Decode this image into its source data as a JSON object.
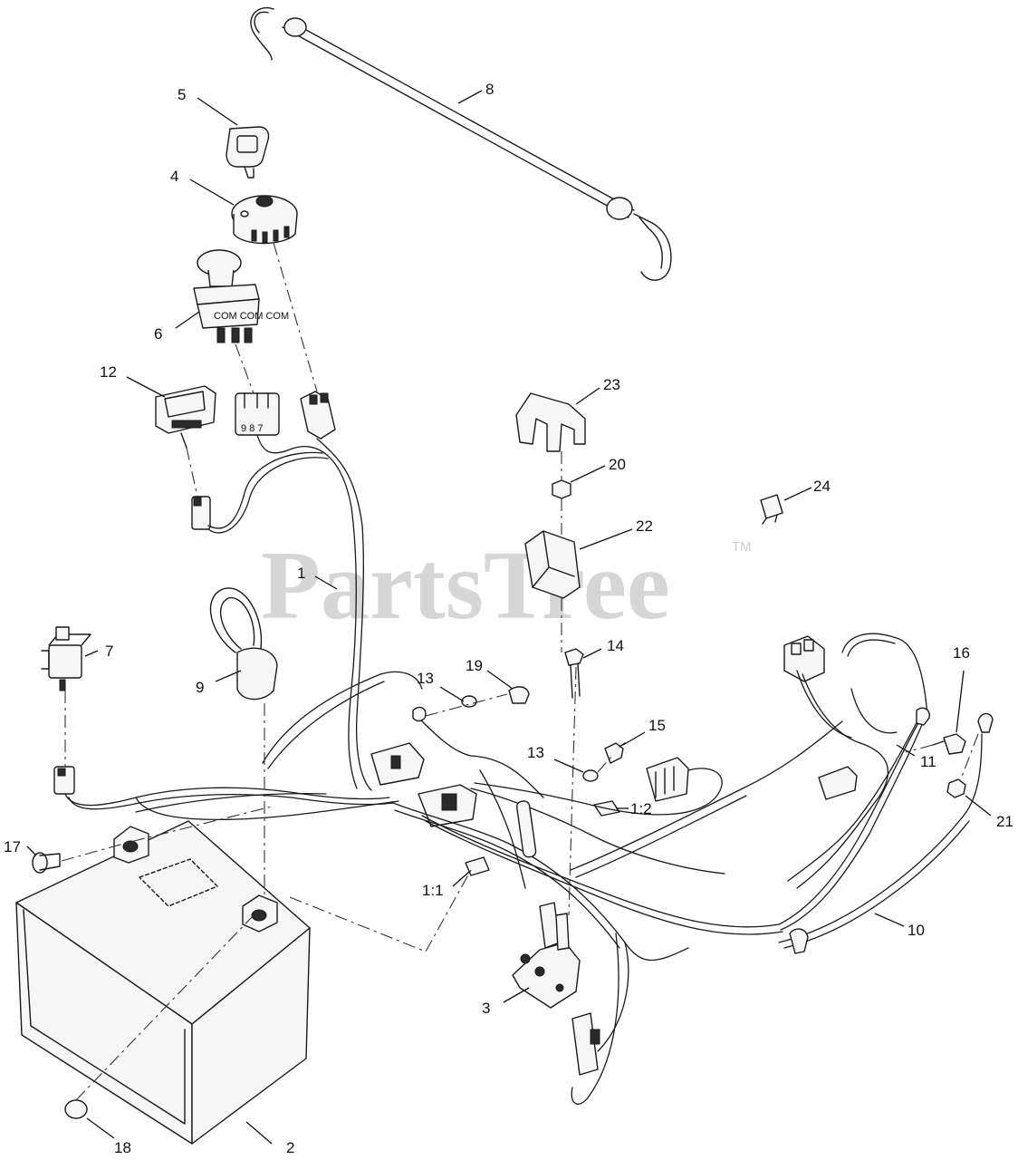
{
  "watermark": {
    "text": "PartsTree",
    "trademark": "TM"
  },
  "connector_marks": {
    "switch_6_pins": "9 8 7",
    "switch_6_top": "COM COM COM"
  },
  "callouts": [
    {
      "id": "c1",
      "label": "1"
    },
    {
      "id": "c2",
      "label": "2"
    },
    {
      "id": "c3",
      "label": "3"
    },
    {
      "id": "c4",
      "label": "4"
    },
    {
      "id": "c5",
      "label": "5"
    },
    {
      "id": "c6",
      "label": "6"
    },
    {
      "id": "c7",
      "label": "7"
    },
    {
      "id": "c8",
      "label": "8"
    },
    {
      "id": "c9",
      "label": "9"
    },
    {
      "id": "c10",
      "label": "10"
    },
    {
      "id": "c11",
      "label": "11"
    },
    {
      "id": "c12",
      "label": "12"
    },
    {
      "id": "c13a",
      "label": "13"
    },
    {
      "id": "c13b",
      "label": "13"
    },
    {
      "id": "c14",
      "label": "14"
    },
    {
      "id": "c15",
      "label": "15"
    },
    {
      "id": "c16",
      "label": "16"
    },
    {
      "id": "c17",
      "label": "17"
    },
    {
      "id": "c18",
      "label": "18"
    },
    {
      "id": "c19",
      "label": "19"
    },
    {
      "id": "c20",
      "label": "20"
    },
    {
      "id": "c21",
      "label": "21"
    },
    {
      "id": "c22",
      "label": "22"
    },
    {
      "id": "c23",
      "label": "23"
    },
    {
      "id": "c24",
      "label": "24"
    },
    {
      "id": "c1_1",
      "label": "1:1"
    },
    {
      "id": "c1_2",
      "label": "1:2"
    }
  ]
}
